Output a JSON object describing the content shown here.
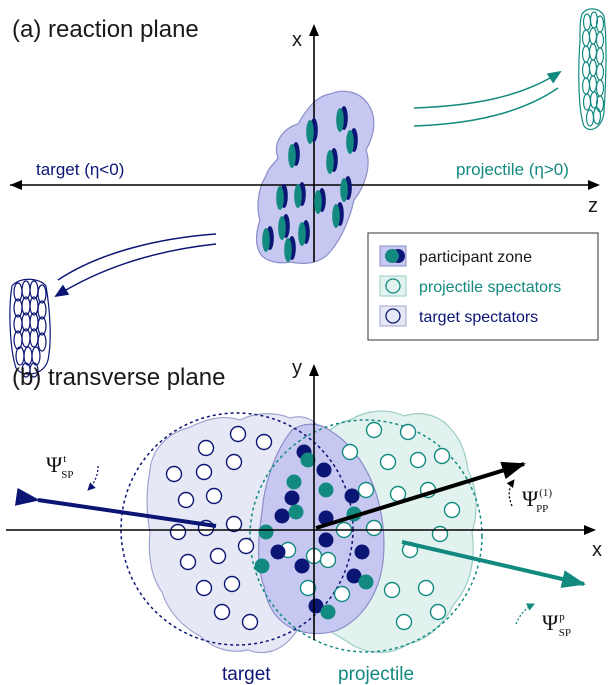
{
  "panel_a": {
    "title": "(a)  reaction plane",
    "axis_x": "x",
    "axis_z": "z",
    "target_label": "target (η<0)",
    "projectile_label": "projectile (η>0)"
  },
  "legend": {
    "participant": "participant zone",
    "projectile_spectators": "projectile spectators",
    "target_spectators": "target spectators"
  },
  "panel_b": {
    "title": "(b)  transverse plane",
    "axis_y": "y",
    "axis_x": "x",
    "target_label": "target",
    "projectile_label": "projectile",
    "psi_sp_t_main": "Ψ",
    "psi_sp_t_sup": "t",
    "psi_sp_t_sub": "SP",
    "psi_pp_main": "Ψ",
    "psi_pp_sup": "(1)",
    "psi_pp_sub": "PP",
    "psi_sp_p_main": "Ψ",
    "psi_sp_p_sup": "p",
    "psi_sp_p_sub": "SP"
  },
  "colors": {
    "navy": "#0b1574",
    "teal": "#138a80",
    "participant_fill": "#c7c8f2",
    "target_fill": "#e7e8f6",
    "projectile_fill": "#e2f2ef"
  }
}
